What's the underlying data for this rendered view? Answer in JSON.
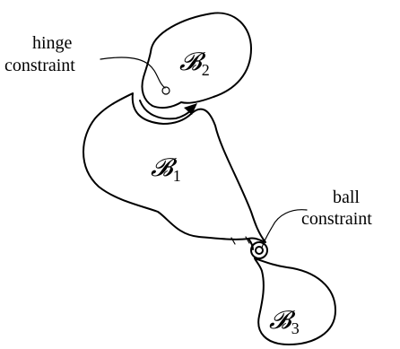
{
  "labels": {
    "hinge_line1": "hinge",
    "hinge_line2": "constraint",
    "ball_line1": "ball",
    "ball_line2": "constraint"
  },
  "bodies": [
    {
      "symbol": "𝓑",
      "index": "2"
    },
    {
      "symbol": "𝓑",
      "index": "1"
    },
    {
      "symbol": "𝓑",
      "index": "3"
    }
  ]
}
